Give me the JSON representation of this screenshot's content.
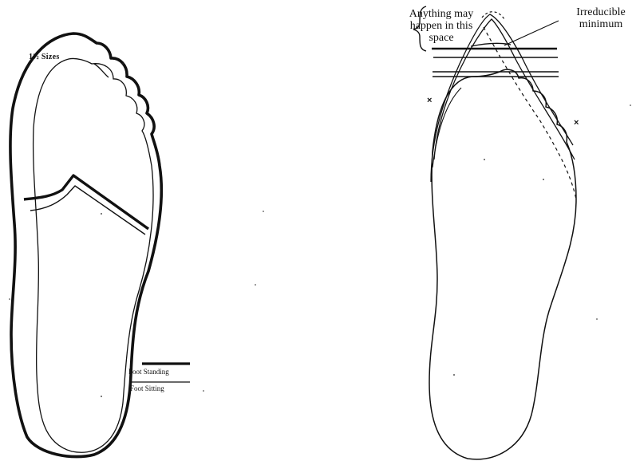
{
  "left_figure": {
    "size_label": "1½ Sizes",
    "legend": {
      "standing": "Foot Standing",
      "sitting": "Foot Sitting"
    }
  },
  "right_figure": {
    "annotation_left": [
      "Anything may",
      "happen in this",
      "space"
    ],
    "annotation_right": [
      "Irreducible",
      "minimum"
    ],
    "marks": [
      "×",
      "×"
    ]
  }
}
